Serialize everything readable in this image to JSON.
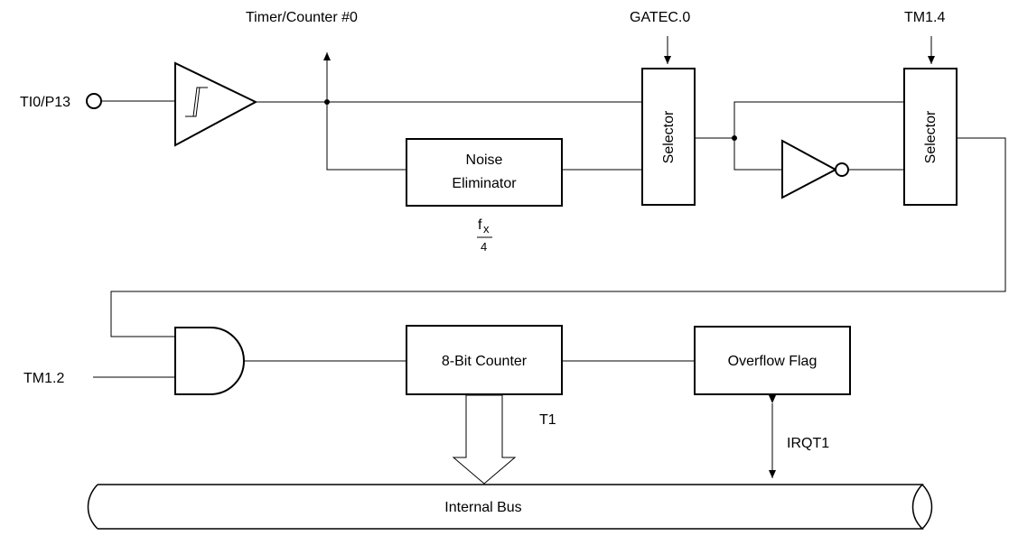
{
  "labels": {
    "timer_counter": "Timer/Counter #0",
    "gatec": "GATEC.0",
    "tm14": "TM1.4",
    "ti0_pin": "TI0/P13",
    "noise_line1": "Noise",
    "noise_line2": "Eliminator",
    "selector1": "Selector",
    "selector2": "Selector",
    "fx_base": "f",
    "fx_sub": "x",
    "fx_den": "4",
    "tm12": "TM1.2",
    "counter": "8-Bit Counter",
    "overflow": "Overflow Flag",
    "t1": "T1",
    "irqt1": "IRQT1",
    "internal_bus": "Internal Bus"
  }
}
